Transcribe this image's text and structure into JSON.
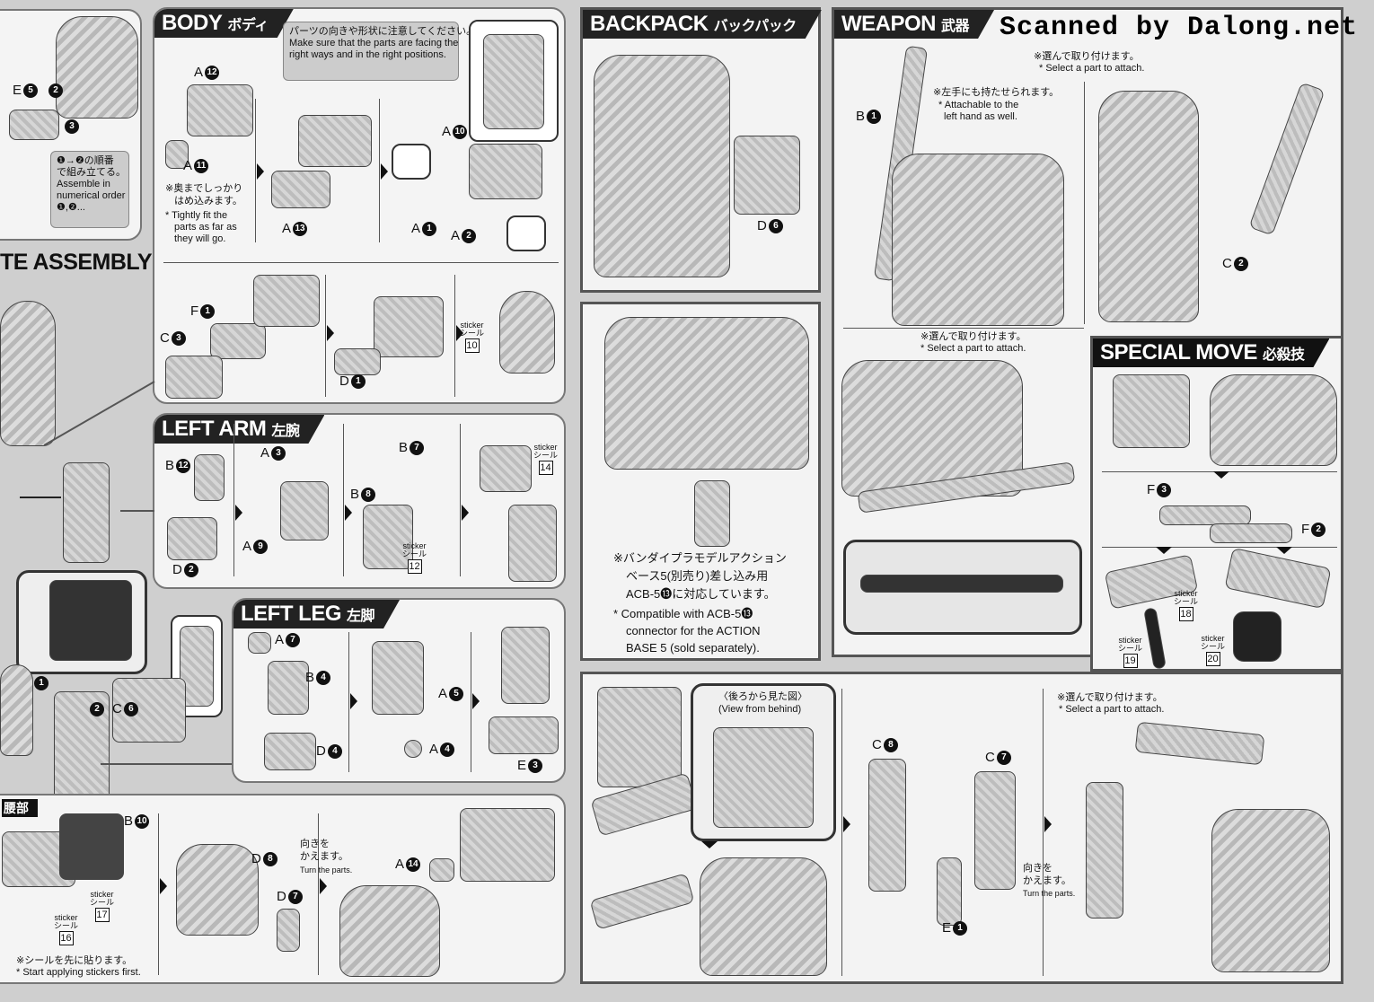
{
  "watermark": "Scanned by Dalong.net",
  "sections": {
    "body": {
      "title": "BODY",
      "title_jp": "ボディ"
    },
    "left_arm": {
      "title": "LEFT ARM",
      "title_jp": "左腕"
    },
    "left_leg": {
      "title": "LEFT LEG",
      "title_jp": "左脚"
    },
    "backpack": {
      "title": "BACKPACK",
      "title_jp": "バックパック"
    },
    "weapon": {
      "title": "WEAPON",
      "title_jp": "武器"
    },
    "special_move": {
      "title": "SPECIAL MOVE",
      "title_jp": "必殺技"
    },
    "complete_assembly": {
      "title": "TE ASSEMBLY"
    },
    "waist": {
      "title_jp": "腰部"
    }
  },
  "notes": {
    "facing_jp": "パーツの向きや形状に注意してください。",
    "facing_en_1": "Make sure that the parts are facing the",
    "facing_en_2": "right ways and in the right positions.",
    "order_jp_1": "❶→❷の順番",
    "order_jp_2": "で組み立てる。",
    "order_en_1": "Assemble in",
    "order_en_2": "numerical order",
    "order_en_3": "❶,❷...",
    "fit_jp_1": "※奥までしっかり",
    "fit_jp_2": "はめ込みます。",
    "fit_en_1": "* Tightly fit the",
    "fit_en_2": "parts as far as",
    "fit_en_3": "they will go.",
    "select_jp": "※選んで取り付けます。",
    "select_en": "* Select a part to attach.",
    "lefthand_jp": "※左手にも持たせられます。",
    "lefthand_en_1": "* Attachable to the",
    "lefthand_en_2": "left hand as well.",
    "base_jp_1": "※バンダイプラモデルアクション",
    "base_jp_2": "ベース5(別売り)差し込み用",
    "base_jp_3": "ACB-5⓭に対応しています。",
    "base_en_1": "* Compatible with ACB-5⓭",
    "base_en_2": "connector for the ACTION",
    "base_en_3": "BASE 5 (sold separately).",
    "view_behind_jp": "〈後ろから見た図〉",
    "view_behind_en": "(View from behind)",
    "turn_jp_1": "向きを",
    "turn_jp_2": "かえます。",
    "turn_en": "Turn the parts.",
    "sticker_first_jp": "※シールを先に貼ります。",
    "sticker_first_en": "* Start applying stickers first."
  },
  "sticker_word": "sticker",
  "sticker_jp": "シール",
  "stickers": [
    "10",
    "12",
    "14",
    "16",
    "17",
    "18",
    "19",
    "20"
  ],
  "parts": {
    "body": [
      {
        "letter": "A",
        "num": "12"
      },
      {
        "letter": "A",
        "num": "11"
      },
      {
        "letter": "A",
        "num": "13"
      },
      {
        "letter": "A",
        "num": "10"
      },
      {
        "letter": "A",
        "num": "1"
      },
      {
        "letter": "A",
        "num": "2"
      },
      {
        "letter": "F",
        "num": "1"
      },
      {
        "letter": "C",
        "num": "3"
      },
      {
        "letter": "D",
        "num": "1"
      }
    ],
    "left_arm": [
      {
        "letter": "B",
        "num": "12"
      },
      {
        "letter": "D",
        "num": "2"
      },
      {
        "letter": "A",
        "num": "3"
      },
      {
        "letter": "A",
        "num": "9"
      },
      {
        "letter": "B",
        "num": "7"
      },
      {
        "letter": "B",
        "num": "8"
      }
    ],
    "left_leg": [
      {
        "letter": "A",
        "num": "7"
      },
      {
        "letter": "B",
        "num": "4"
      },
      {
        "letter": "D",
        "num": "4"
      },
      {
        "letter": "A",
        "num": "5"
      },
      {
        "letter": "A",
        "num": "4"
      },
      {
        "letter": "E",
        "num": "3"
      }
    ],
    "top_left": [
      {
        "letter": "E",
        "num": "5"
      }
    ],
    "complete": [
      {
        "letter": "C",
        "num": "6"
      }
    ],
    "waist": [
      {
        "letter": "B",
        "num": "10"
      },
      {
        "letter": "D",
        "num": "8"
      },
      {
        "letter": "D",
        "num": "7"
      },
      {
        "letter": "A",
        "num": "14"
      }
    ],
    "backpack": [
      {
        "letter": "D",
        "num": "6"
      }
    ],
    "weapon": [
      {
        "letter": "B",
        "num": "1"
      },
      {
        "letter": "C",
        "num": "2"
      }
    ],
    "special": [
      {
        "letter": "F",
        "num": "3"
      },
      {
        "letter": "F",
        "num": "2"
      }
    ],
    "bottom": [
      {
        "letter": "C",
        "num": "8"
      },
      {
        "letter": "C",
        "num": "7"
      },
      {
        "letter": "E",
        "num": "1"
      }
    ]
  },
  "step_numbers": [
    "1",
    "2",
    "3"
  ]
}
